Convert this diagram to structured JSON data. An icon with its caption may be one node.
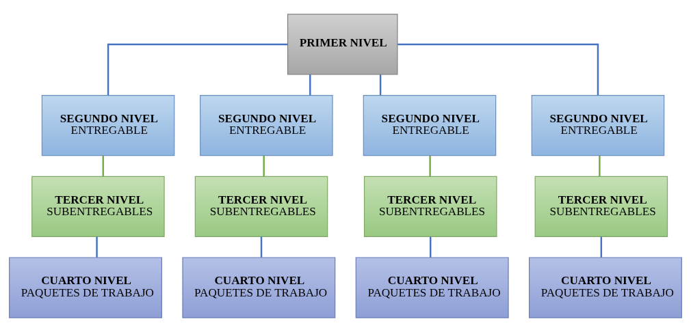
{
  "diagram": {
    "nodes": [
      {
        "text": [
          "PRIMER NIVEL"
        ]
      },
      {
        "text": [
          "SEGUNDO NIVEL",
          "ENTREGABLE"
        ]
      },
      {
        "text": [
          "SEGUNDO NIVEL",
          "ENTREGABLE"
        ]
      },
      {
        "text": [
          "SEGUNDO NIVEL",
          "ENTREGABLE"
        ]
      },
      {
        "text": [
          "SEGUNDO NIVEL",
          "ENTREGABLE"
        ]
      },
      {
        "text": [
          "TERCER NIVEL",
          "SUBENTREGABLES"
        ]
      },
      {
        "text": [
          "TERCER NIVEL",
          "SUBENTREGABLES"
        ]
      },
      {
        "text": [
          "TERCER NIVEL",
          "SUBENTREGABLES"
        ]
      },
      {
        "text": [
          "TERCER NIVEL",
          "SUBENTREGABLES"
        ]
      },
      {
        "text": [
          "CUARTO NIVEL",
          "PAQUETES DE TRABAJO"
        ]
      },
      {
        "text": [
          "CUARTO NIVEL",
          "PAQUETES DE TRABAJO"
        ]
      },
      {
        "text": [
          "CUARTO NIVEL",
          "PAQUETES DE TRABAJO"
        ]
      },
      {
        "text": [
          "CUARTO NIVEL",
          "PAQUETES DE TRABAJO"
        ]
      }
    ],
    "edges": [
      {
        "from": 0,
        "to": 1,
        "arrow": "none"
      },
      {
        "from": 0,
        "to": 2,
        "arrow": "none"
      },
      {
        "from": 0,
        "to": 3,
        "arrow": "none"
      },
      {
        "from": 0,
        "to": 4,
        "arrow": "none"
      },
      {
        "from": 1,
        "to": 5,
        "arrow": "none",
        "color": "#70ad47"
      },
      {
        "from": 2,
        "to": 6,
        "arrow": "none",
        "color": "#70ad47"
      },
      {
        "from": 3,
        "to": 7,
        "arrow": "none",
        "color": "#70ad47"
      },
      {
        "from": 4,
        "to": 8,
        "arrow": "none",
        "color": "#70ad47"
      },
      {
        "from": 5,
        "to": 9,
        "arrow": "none"
      },
      {
        "from": 6,
        "to": 10,
        "arrow": "none"
      },
      {
        "from": 7,
        "to": 11,
        "arrow": "none"
      },
      {
        "from": 8,
        "to": 12,
        "arrow": "none"
      }
    ]
  }
}
